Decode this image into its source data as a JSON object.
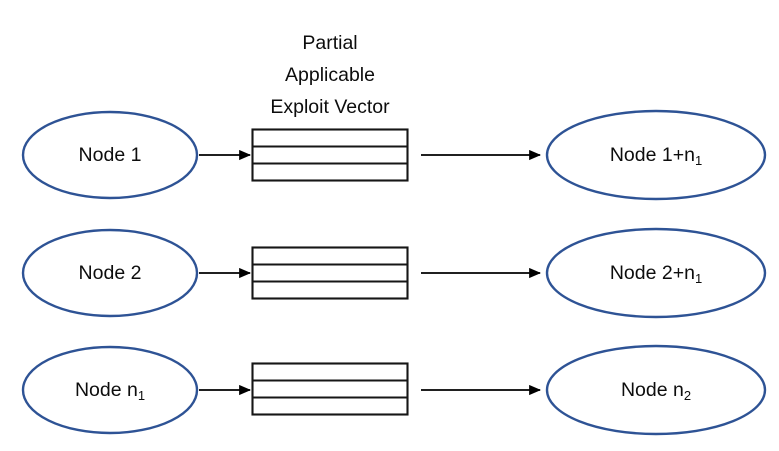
{
  "diagram": {
    "title_lines": [
      "Partial",
      "Applicable",
      "Exploit Vector"
    ],
    "colors": {
      "ellipse_stroke": "#2E5395",
      "rect_stroke": "#161616",
      "arrow": "#000000",
      "text": "#0D0D0D",
      "background": "#FFFFFF"
    },
    "rows": [
      {
        "source": {
          "base": "Node 1",
          "sub": ""
        },
        "vector": {
          "rows": 3
        },
        "target": {
          "base": "Node 1+n",
          "sub": "1"
        }
      },
      {
        "source": {
          "base": "Node 2",
          "sub": ""
        },
        "vector": {
          "rows": 3
        },
        "target": {
          "base": "Node 2+n",
          "sub": "1"
        }
      },
      {
        "source": {
          "base": "Node n",
          "sub": "1"
        },
        "vector": {
          "rows": 3
        },
        "target": {
          "base": "Node n",
          "sub": "2"
        }
      }
    ]
  }
}
